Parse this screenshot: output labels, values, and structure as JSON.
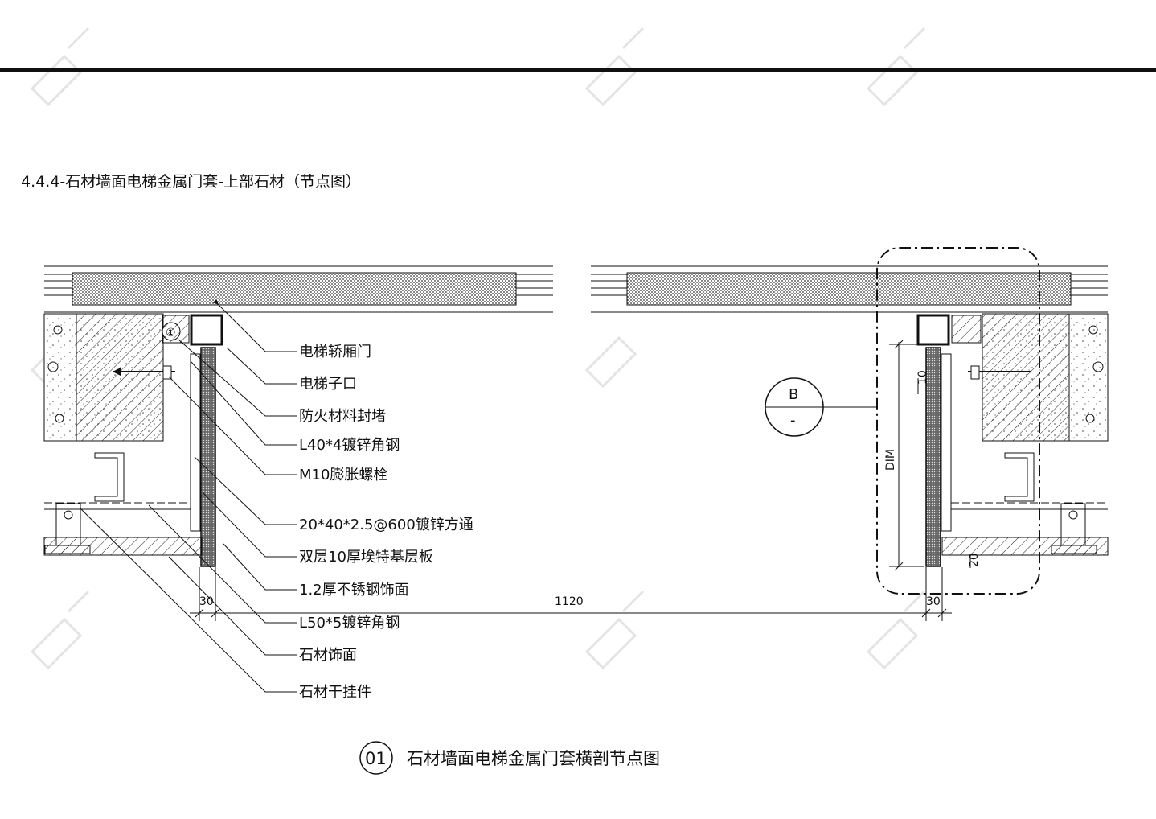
{
  "sheet": {
    "heading": "4.4.4-石材墙面电梯金属门套-上部石材（节点图）",
    "watermark_glyph": "watermark-logo"
  },
  "detail_bubble": {
    "number": "①"
  },
  "section_marker": {
    "top": "B",
    "bottom": "-"
  },
  "callouts": [
    "电梯轿厢门",
    "电梯子口",
    "防火材料封堵",
    "L40*4镀锌角钢",
    "M10膨胀螺栓",
    "20*40*2.5@600镀锌方通",
    "双层10厚埃特基层板",
    "1.2厚不锈钢饰面",
    "L50*5镀锌角钢",
    "石材饰面",
    "石材干挂件"
  ],
  "dimensions": {
    "left_offset": "30",
    "span": "1120",
    "right_offset": "30",
    "vertical_dim": "DIM",
    "small_dim_a": "10",
    "small_dim_b": "20"
  },
  "caption": {
    "number": "01",
    "text": "石材墙面电梯金属门套横剖节点图"
  },
  "colors": {
    "line": "#111111",
    "fill_dark": "#555555",
    "paper": "#ffffff"
  }
}
